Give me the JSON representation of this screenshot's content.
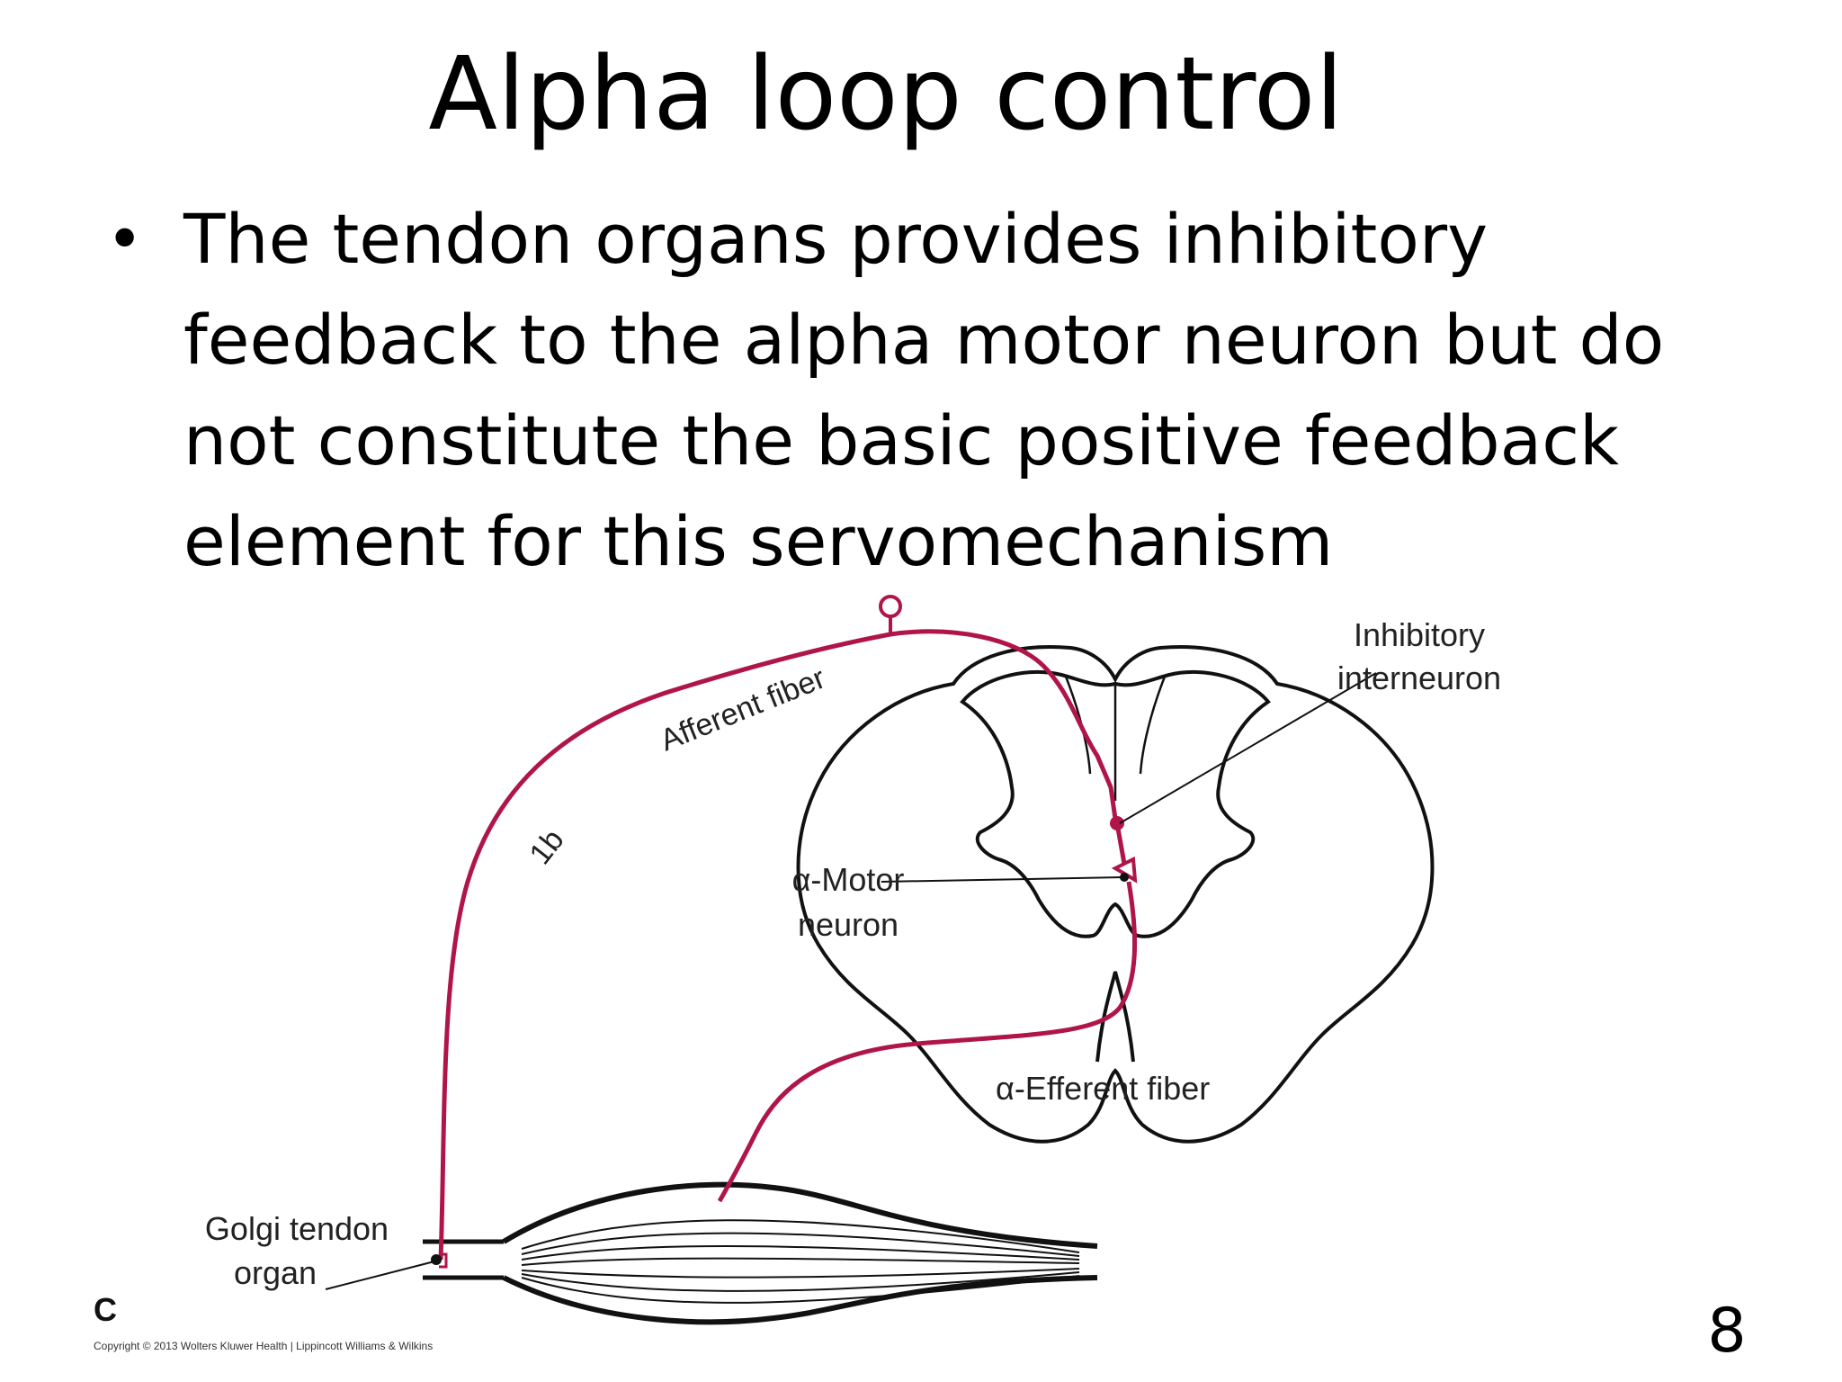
{
  "slide": {
    "title": "Alpha loop control",
    "bullets": [
      "The tendon organs  provides inhibitory feedback to the alpha motor neuron but do not constitute the basic positive feedback element for this servomechanism"
    ],
    "page_number": "8"
  },
  "figure": {
    "labels": {
      "afferent_fiber": "Afferent fiber",
      "ib": "1b",
      "inhibitory_interneuron_line1": "Inhibitory",
      "inhibitory_interneuron_line2": "interneuron",
      "alpha_motor_line1": "α-Motor",
      "alpha_motor_line2": "neuron",
      "efferent_fiber": "α-Efferent fiber",
      "golgi_line1": "Golgi tendon",
      "golgi_line2": "organ",
      "panel_letter": "C",
      "copyright": "Copyright © 2013 Wolters Kluwer Health | Lippincott Williams & Wilkins"
    },
    "colors": {
      "nerve": "#b0154a",
      "outline": "#111111"
    }
  }
}
